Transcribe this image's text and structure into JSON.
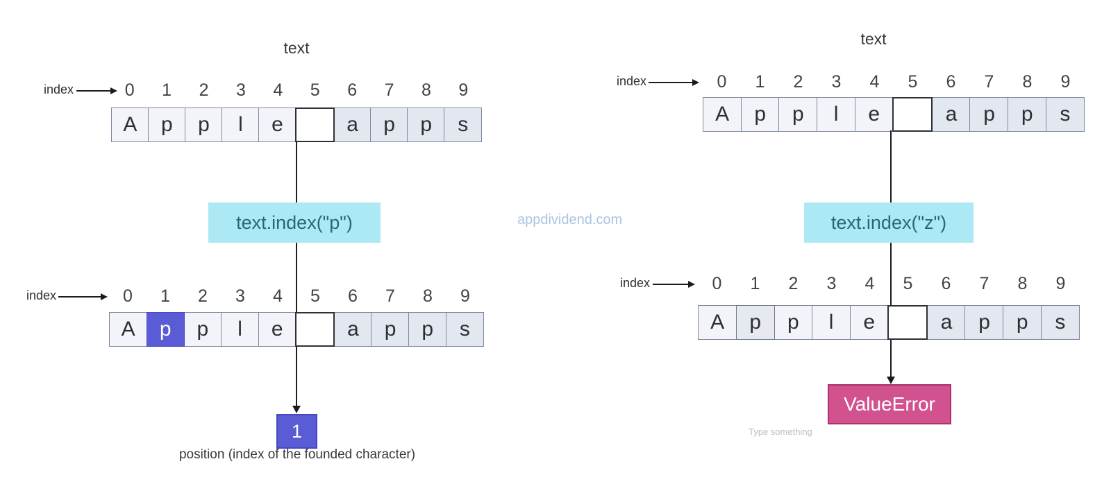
{
  "watermark": "appdividend.com",
  "placeholder_text": "Type something",
  "colors": {
    "cell_light": "#f2f4f9",
    "cell_dark": "#e3e7ef",
    "cell_border": "#7e889c",
    "highlight_purple": "#5a5cd6",
    "operation_cyan": "#ace9f4",
    "operation_text": "#2a6775",
    "error_pink": "#d1528f",
    "watermark_blue": "#a9c4e2"
  },
  "left_diagram": {
    "title": "text",
    "index_label_top": "index",
    "index_label_bottom": "index",
    "indices": [
      "0",
      "1",
      "2",
      "3",
      "4",
      "5",
      "6",
      "7",
      "8",
      "9"
    ],
    "cells_top": [
      "A",
      "p",
      "p",
      "l",
      "e",
      "",
      "a",
      "p",
      "p",
      "s"
    ],
    "operation": "text.index(\"p\")",
    "cells_bottom": [
      "A",
      "p",
      "p",
      "l",
      "e",
      "",
      "a",
      "p",
      "p",
      "s"
    ],
    "highlighted_index": 1,
    "result": "1",
    "caption": "position (index of the founded character)"
  },
  "right_diagram": {
    "title": "text",
    "index_label_top": "index",
    "index_label_bottom": "index",
    "indices": [
      "0",
      "1",
      "2",
      "3",
      "4",
      "5",
      "6",
      "7",
      "8",
      "9"
    ],
    "cells_top": [
      "A",
      "p",
      "p",
      "l",
      "e",
      "",
      "a",
      "p",
      "p",
      "s"
    ],
    "operation": "text.index(\"z\")",
    "cells_bottom": [
      "A",
      "p",
      "p",
      "l",
      "e",
      "",
      "a",
      "p",
      "p",
      "s"
    ],
    "result": "ValueError"
  }
}
